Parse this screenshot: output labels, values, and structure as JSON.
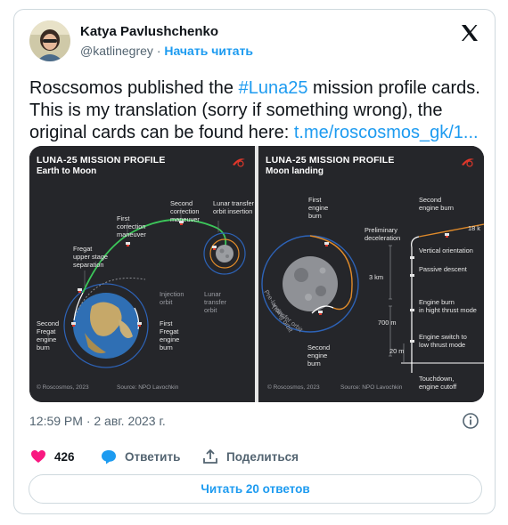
{
  "author": {
    "name": "Katya Pavlushchenko",
    "handle": "@katlinegrey",
    "separator": "·",
    "follow_label": "Начать читать"
  },
  "tweet": {
    "text_1": "Roscsomos published the ",
    "hashtag": "#Luna25",
    "text_2": " mission profile cards. This is my translation (sorry if something wrong), the original cards can be found here: ",
    "link": "t.me/roscosmos_gk/1..."
  },
  "media": {
    "left": {
      "title": "LUNA-25 MISSION PROFILE",
      "subtitle": "Earth to Moon",
      "labels": {
        "second_correction": "Second\ncorrection\nmaneuver",
        "first_correction": "First\ncorrection\nmaneuver",
        "lunar_transfer_insertion": "Lunar transfer\norbit insertion",
        "fregat_separation": "Fregat\nupper stage\nseparation",
        "injection_orbit": "Injection\norbit",
        "lunar_transfer_orbit": "Lunar\ntransfer\norbit",
        "second_fregat_burn": "Second\nFregat\nengine\nburn",
        "first_fregat_burn": "First\nFregat\nengine\nburn"
      },
      "footer_left": "© Roscosmos, 2023",
      "footer_right": "Source: NPO Lavochkin"
    },
    "right": {
      "title": "LUNA-25 MISSION PROFILE",
      "subtitle": "Moon landing",
      "labels": {
        "first_engine_burn": "First\nengine\nburn",
        "second_engine_burn_top": "Second\nengine burn",
        "preliminary_deceleration": "Preliminary\ndeceleration",
        "altitude_18k": "18 k",
        "vertical_orientation": "Vertical orientation",
        "passive_descent": "Passive descent",
        "altitude_3km": "3 km",
        "engine_burn_high": "Engine burn\nin hight thrust mode",
        "altitude_700m": "700 m",
        "engine_switch_low": "Engine switch to\nlow thrust mode",
        "altitude_20m": "20 m",
        "landing_orbit": "Pre-landing orbit",
        "transfer_orbit": "Transfer orbit",
        "second_engine_burn_bottom": "Second\nengine\nburn",
        "touchdown": "Touchdown,\nengine cutoff"
      },
      "footer_left": "© Roscosmos, 2023",
      "footer_right": "Source: NPO Lavochkin"
    }
  },
  "timestamp": "12:59 PM · 2 авг. 2023 г.",
  "actions": {
    "likes": "426",
    "reply_label": "Ответить",
    "share_label": "Поделиться"
  },
  "read_replies": "Читать 20 ответов",
  "colors": {
    "accent": "#1d9bf0",
    "like": "#f91880",
    "text": "#0f1419",
    "secondary": "#536471"
  }
}
